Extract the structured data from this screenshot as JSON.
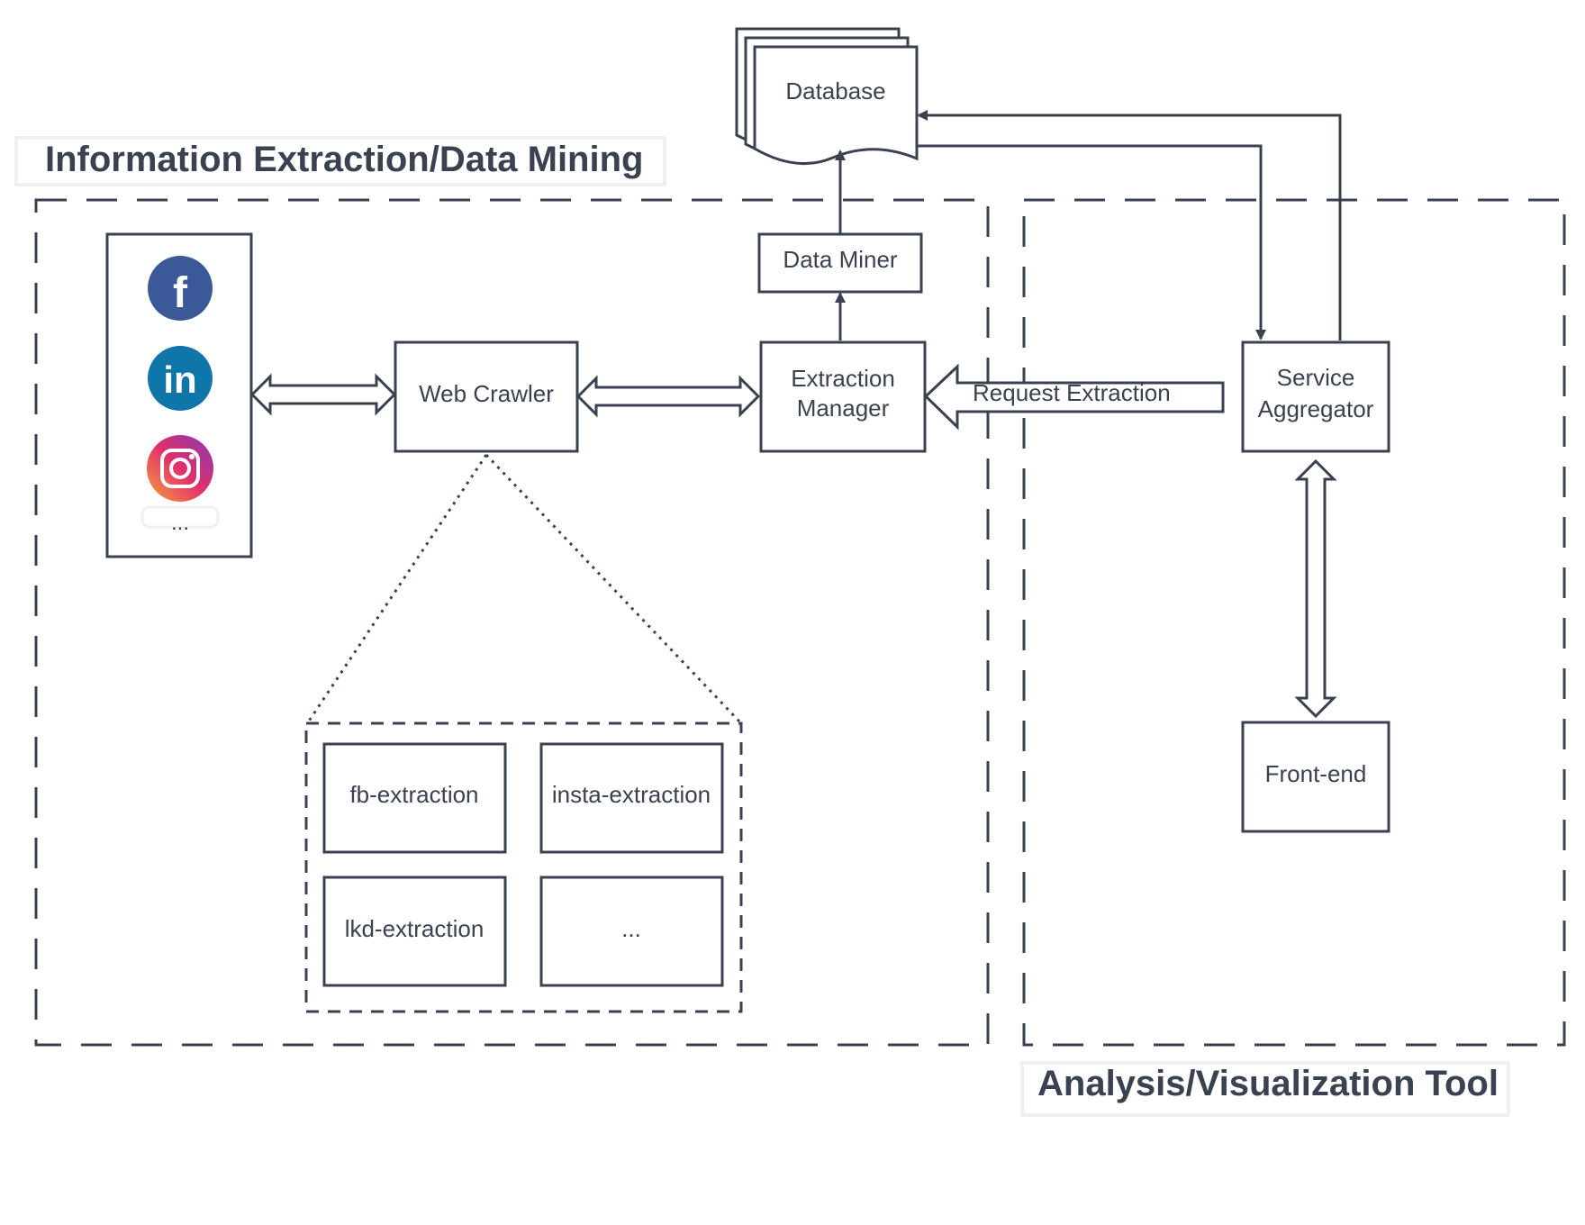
{
  "groups": {
    "extraction_title": "Information Extraction/Data Mining",
    "analysis_title": "Analysis/Visualization Tool"
  },
  "nodes": {
    "database": "Database",
    "data_miner": "Data Miner",
    "web_crawler": "Web Crawler",
    "extraction_manager_line1": "Extraction",
    "extraction_manager_line2": "Manager",
    "service_aggregator_line1": "Service",
    "service_aggregator_line2": "Aggregator",
    "front_end": "Front-end"
  },
  "sources": {
    "items": [
      "facebook-icon",
      "linkedin-icon",
      "instagram-icon"
    ],
    "more": "..."
  },
  "extractors": {
    "fb": "fb-extraction",
    "insta": "insta-extraction",
    "lkd": "lkd-extraction",
    "more": "..."
  },
  "edges": {
    "request_extraction": "Request Extraction"
  },
  "colors": {
    "stroke": "#3a4150",
    "facebook": "#3b5998",
    "linkedin": "#0e76a8",
    "instagram_start": "#f9a23a",
    "instagram_mid": "#e1306c",
    "instagram_end": "#833ab4"
  }
}
